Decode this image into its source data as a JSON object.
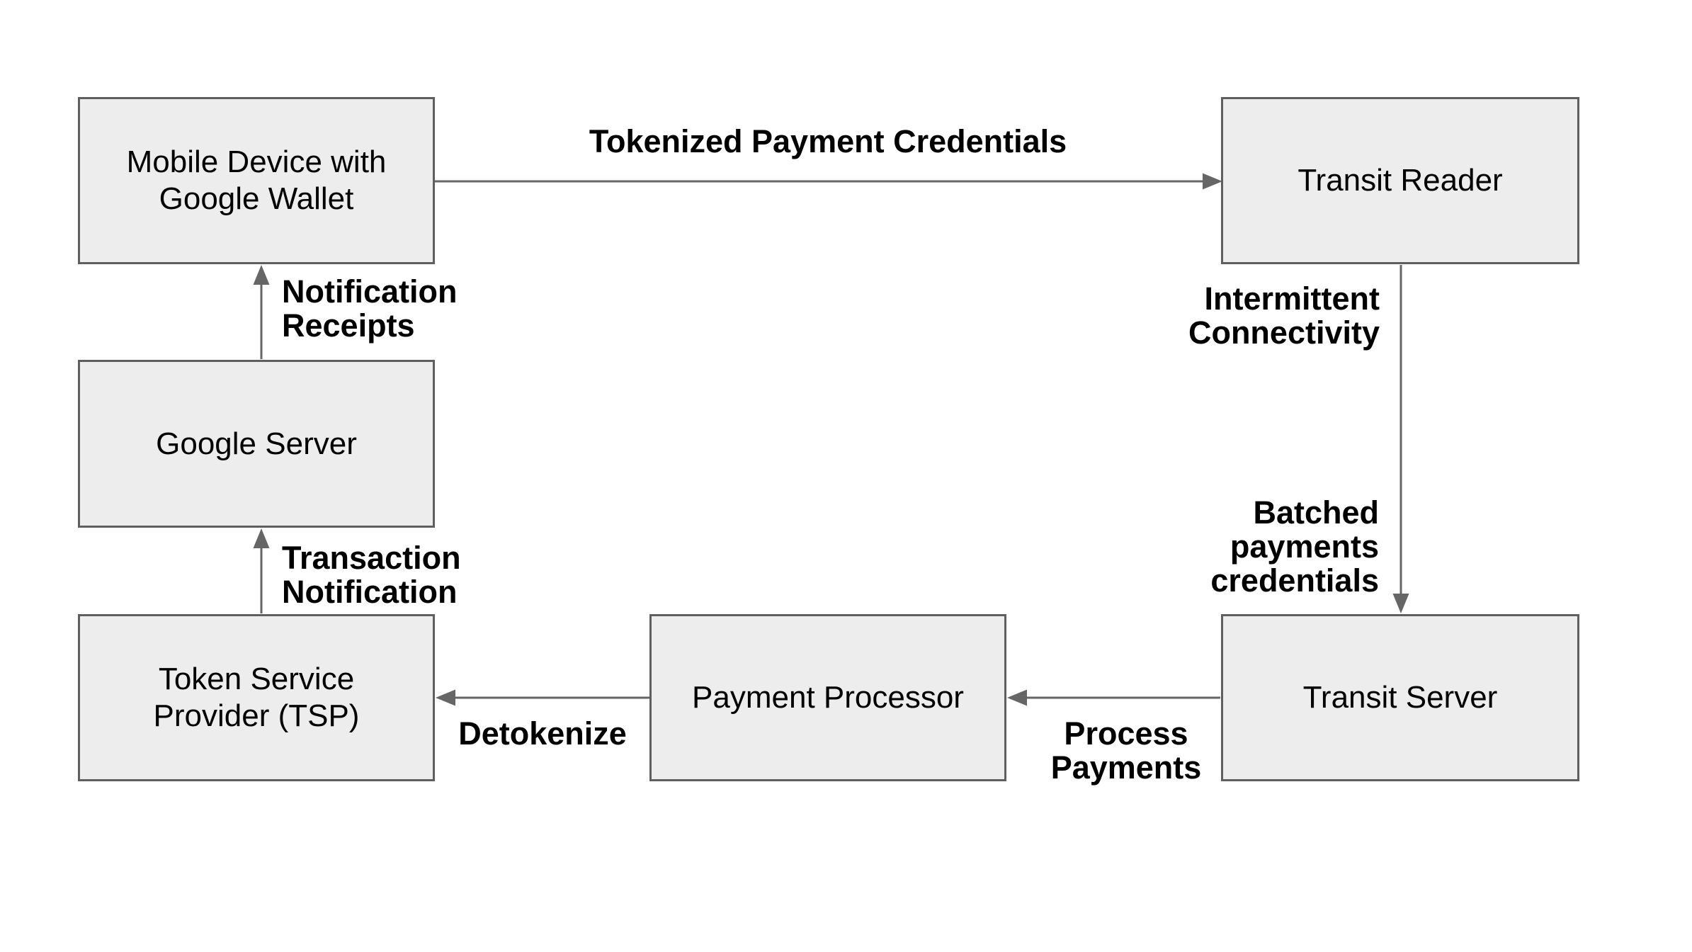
{
  "colors": {
    "background": "#ffffff",
    "node_fill": "#ededed",
    "node_border": "#5f5f5f",
    "connector": "#666666",
    "text": "#000000"
  },
  "nodes": {
    "mobile_device": {
      "label": "Mobile Device with\nGoogle Wallet"
    },
    "transit_reader": {
      "label": "Transit Reader"
    },
    "google_server": {
      "label": "Google Server"
    },
    "token_service_provider": {
      "label": "Token Service\nProvider (TSP)"
    },
    "payment_processor": {
      "label": "Payment Processor"
    },
    "transit_server": {
      "label": "Transit Server"
    }
  },
  "edge_labels": {
    "tokenized_payment_credentials": "Tokenized Payment Credentials",
    "notification_receipts": "Notification\nReceipts",
    "intermittent_connectivity": "Intermittent\nConnectivity",
    "batched_payments_credentials": "Batched\npayments\ncredentials",
    "transaction_notification": "Transaction\nNotification",
    "detokenize": "Detokenize",
    "process_payments": "Process\nPayments"
  },
  "edges": [
    {
      "from": "mobile_device",
      "to": "transit_reader",
      "direction": "right",
      "label_key": "tokenized_payment_credentials"
    },
    {
      "from": "transit_reader",
      "to": "transit_server",
      "direction": "down",
      "label_keys": [
        "intermittent_connectivity",
        "batched_payments_credentials"
      ]
    },
    {
      "from": "transit_server",
      "to": "payment_processor",
      "direction": "left",
      "label_key": "process_payments"
    },
    {
      "from": "payment_processor",
      "to": "token_service_provider",
      "direction": "left",
      "label_key": "detokenize"
    },
    {
      "from": "token_service_provider",
      "to": "google_server",
      "direction": "up",
      "label_key": "transaction_notification"
    },
    {
      "from": "google_server",
      "to": "mobile_device",
      "direction": "up",
      "label_key": "notification_receipts"
    }
  ]
}
